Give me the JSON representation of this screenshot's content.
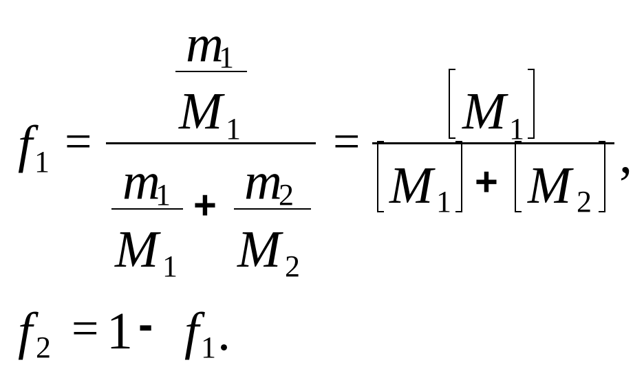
{
  "equation_1": {
    "lhs": {
      "var": "f",
      "sub": "1"
    },
    "eq1": "=",
    "inner_num": {
      "var": "m",
      "sub": "1"
    },
    "inner_den": {
      "var": "M",
      "sub": "1"
    },
    "den_frac_a": {
      "num_var": "m",
      "num_sub": "1",
      "den_var": "M",
      "den_sub": "1"
    },
    "plus_a": "+",
    "den_frac_b": {
      "num_var": "m",
      "num_sub": "2",
      "den_var": "M",
      "den_sub": "2"
    },
    "eq2": "=",
    "rhs_num": {
      "var": "M",
      "sub": "1"
    },
    "rhs_den_a": {
      "var": "M",
      "sub": "1"
    },
    "plus_b": "+",
    "rhs_den_b": {
      "var": "M",
      "sub": "2"
    },
    "end_punct": ","
  },
  "equation_2": {
    "lhs": {
      "var": "f",
      "sub": "2"
    },
    "eq": "=",
    "one": "1",
    "minus": "-",
    "rhs": {
      "var": "f",
      "sub": "1"
    },
    "end_punct": "."
  }
}
